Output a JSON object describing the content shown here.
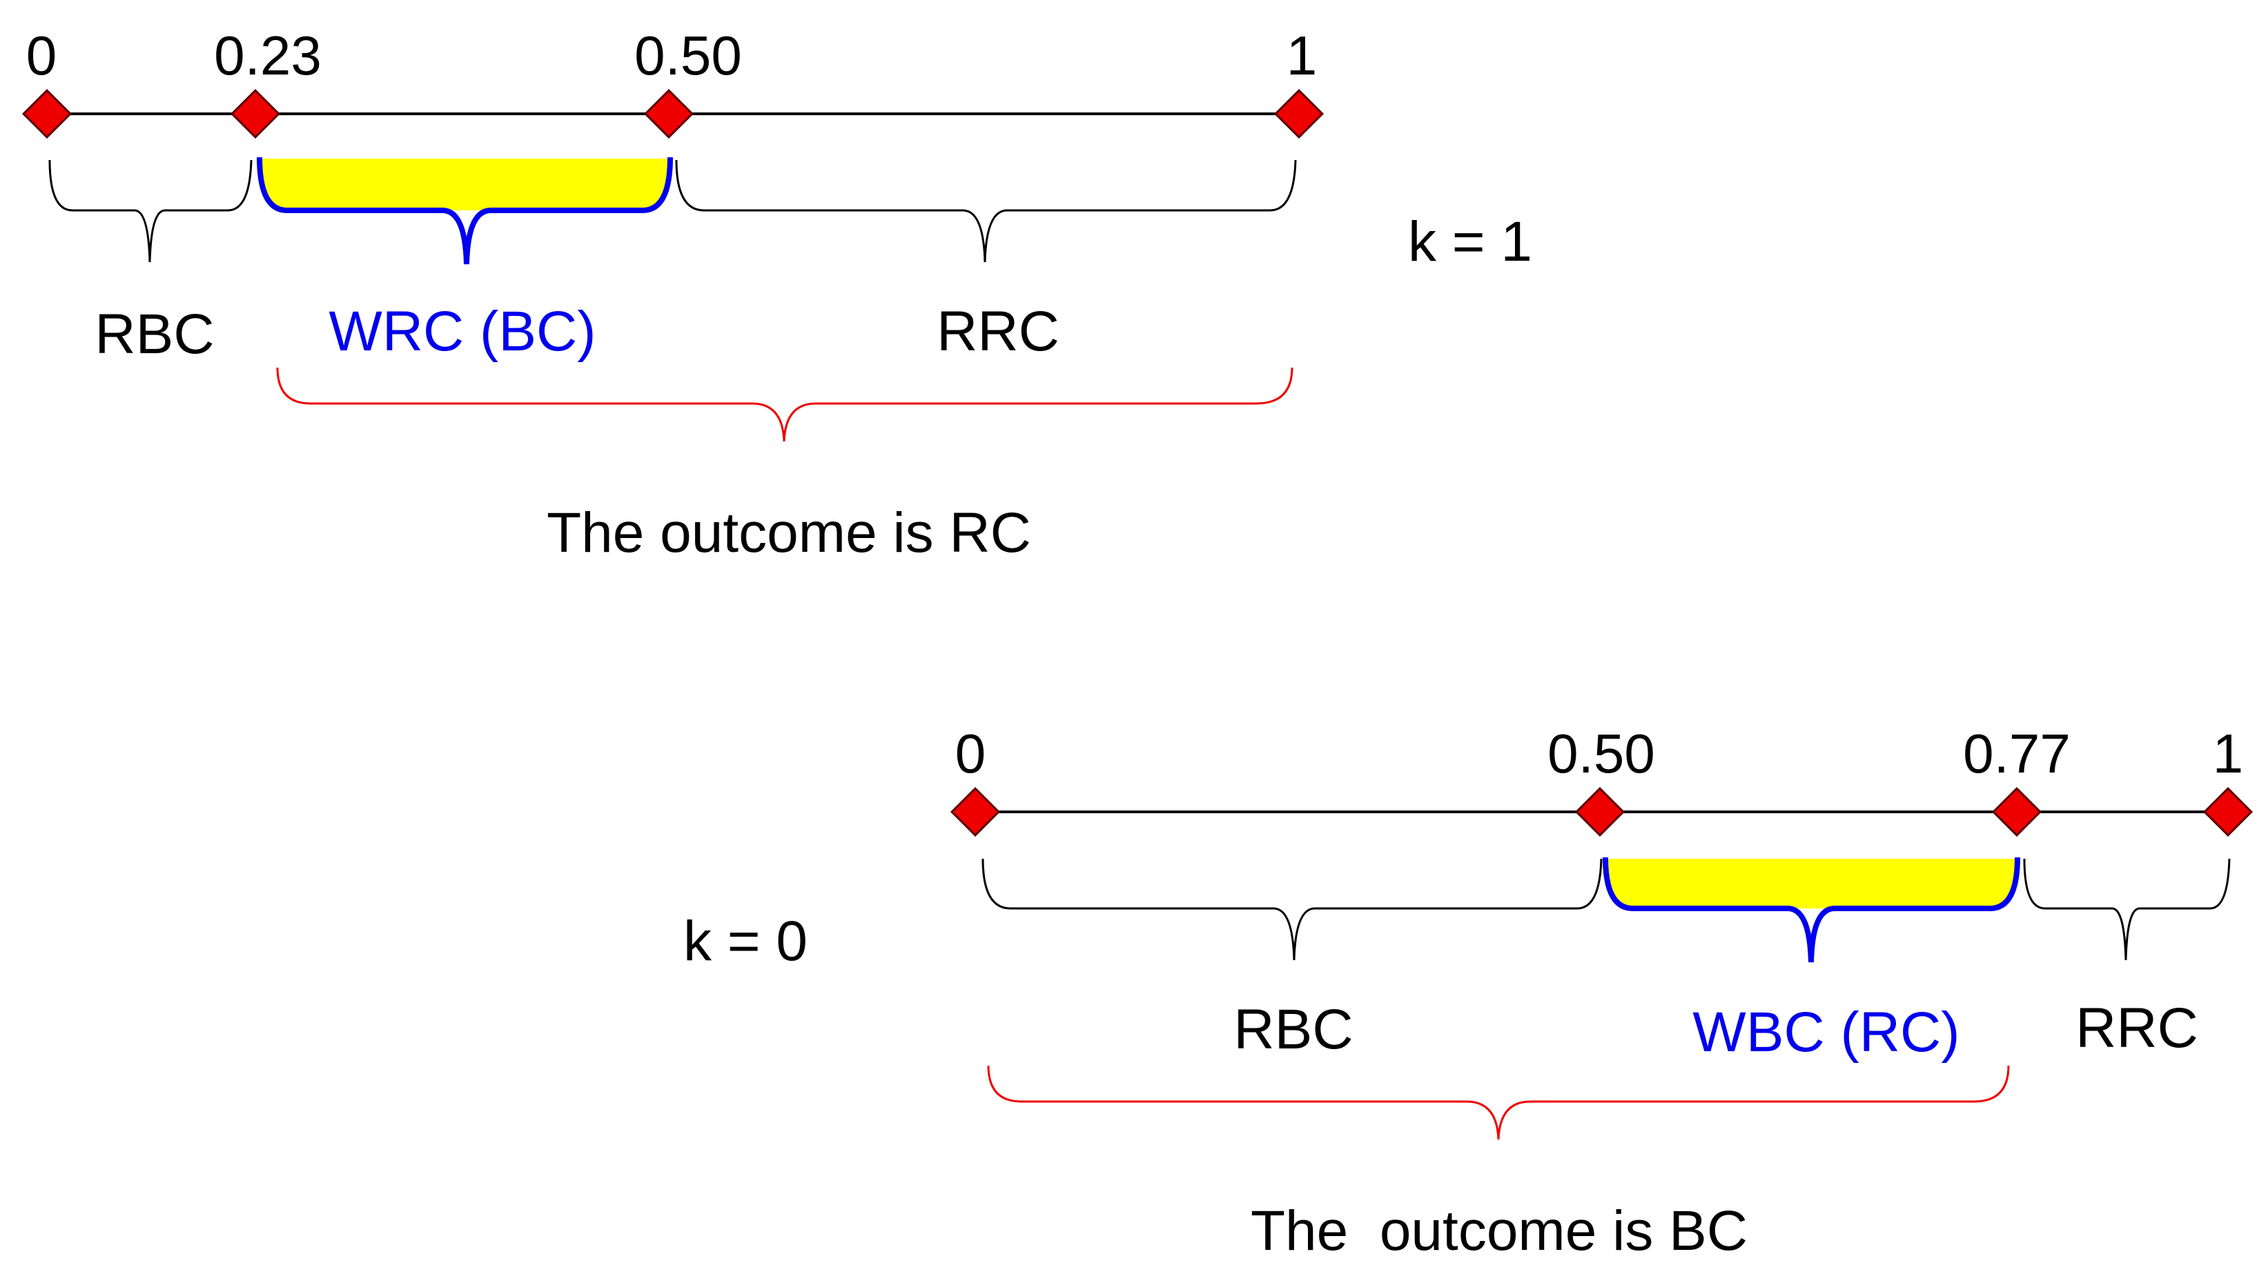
{
  "colors": {
    "axis": "#000000",
    "marker_fill": "#ee0000",
    "marker_stroke": "#5a0000",
    "highlight_fill": "#ffff00",
    "highlight_brace": "#0000ee",
    "outcome_brace": "#ee0000",
    "black_text": "#000000",
    "blue_text": "#0000ee"
  },
  "diagram_top": {
    "k_label": "k = 1",
    "ticks": [
      "0",
      "0.23",
      "0.50",
      "1"
    ],
    "segments": [
      {
        "label": "RBC",
        "highlighted": false
      },
      {
        "label": "WRC (BC)",
        "highlighted": true
      },
      {
        "label": "RRC",
        "highlighted": false
      }
    ],
    "outcome": "The outcome is RC"
  },
  "diagram_bottom": {
    "k_label": "k = 0",
    "ticks": [
      "0",
      "0.50",
      "0.77",
      "1"
    ],
    "segments": [
      {
        "label": "RBC",
        "highlighted": false
      },
      {
        "label": "WBC (RC)",
        "highlighted": true
      },
      {
        "label": "RRC",
        "highlighted": false
      }
    ],
    "outcome": "The  outcome is BC"
  }
}
